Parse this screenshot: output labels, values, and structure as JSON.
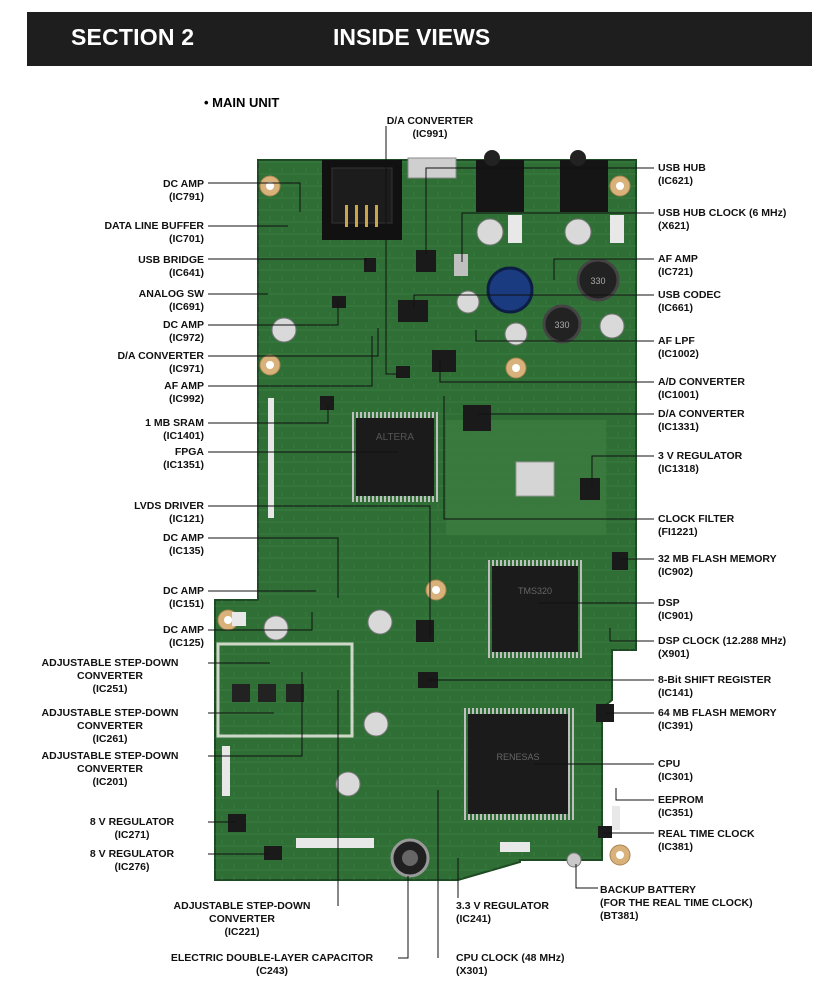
{
  "header": {
    "section": "SECTION 2",
    "title": "INSIDE VIEWS"
  },
  "subtitle": "• MAIN UNIT",
  "labels": {
    "dc_amp_791": [
      "DC AMP",
      "(IC791)"
    ],
    "data_line_buffer": [
      "DATA LINE BUFFER",
      "(IC701)"
    ],
    "usb_bridge": [
      "USB BRIDGE",
      "(IC641)"
    ],
    "analog_sw": [
      "ANALOG SW",
      "(IC691)"
    ],
    "dc_amp_972": [
      "DC AMP",
      "(IC972)"
    ],
    "da_conv_971": [
      "D/A CONVERTER",
      "(IC971)"
    ],
    "af_amp_992": [
      "AF AMP",
      "(IC992)"
    ],
    "sram": [
      "1 MB SRAM",
      "(IC1401)"
    ],
    "fpga": [
      "FPGA",
      "(IC1351)"
    ],
    "lvds": [
      "LVDS DRIVER",
      "(IC121)"
    ],
    "dc_amp_135": [
      "DC AMP",
      "(IC135)"
    ],
    "dc_amp_151": [
      "DC AMP",
      "(IC151)"
    ],
    "dc_amp_125": [
      "DC AMP",
      "(IC125)"
    ],
    "stepdown_251": [
      "ADJUSTABLE STEP-DOWN",
      "CONVERTER",
      "(IC251)"
    ],
    "stepdown_261": [
      "ADJUSTABLE STEP-DOWN",
      "CONVERTER",
      "(IC261)"
    ],
    "stepdown_201": [
      "ADJUSTABLE STEP-DOWN",
      "CONVERTER",
      "(IC201)"
    ],
    "reg_271": [
      "8 V REGULATOR",
      "(IC271)"
    ],
    "reg_276": [
      "8 V REGULATOR",
      "(IC276)"
    ],
    "stepdown_221": [
      "ADJUSTABLE STEP-DOWN",
      "CONVERTER",
      "(IC221)"
    ],
    "capacitor": [
      "ELECTRIC DOUBLE-LAYER CAPACITOR",
      "(C243)"
    ],
    "da_conv_991": [
      "D/A CONVERTER",
      "(IC991)"
    ],
    "usb_hub": [
      "USB HUB",
      "(IC621)"
    ],
    "usb_hub_clock": [
      "USB HUB CLOCK (6 MHz)",
      "(X621)"
    ],
    "af_amp_721": [
      "AF AMP",
      "(IC721)"
    ],
    "usb_codec": [
      "USB CODEC",
      "(IC661)"
    ],
    "af_lpf": [
      "AF LPF",
      "(IC1002)"
    ],
    "ad_conv": [
      "A/D CONVERTER",
      "(IC1001)"
    ],
    "da_conv_1331": [
      "D/A CONVERTER",
      "(IC1331)"
    ],
    "reg_1318": [
      "3 V REGULATOR",
      "(IC1318)"
    ],
    "clock_filter": [
      "CLOCK FILTER",
      "(FI1221)"
    ],
    "flash_32": [
      "32 MB FLASH MEMORY",
      "(IC902)"
    ],
    "dsp": [
      "DSP",
      "(IC901)"
    ],
    "dsp_clock": [
      "DSP CLOCK (12.288 MHz)",
      "(X901)"
    ],
    "shift_reg": [
      "8-Bit SHIFT REGISTER",
      "(IC141)"
    ],
    "flash_64": [
      "64 MB FLASH MEMORY",
      "(IC391)"
    ],
    "cpu": [
      "CPU",
      "(IC301)"
    ],
    "eeprom": [
      "EEPROM",
      "(IC351)"
    ],
    "rtc": [
      "REAL TIME CLOCK",
      "(IC381)"
    ],
    "battery": [
      "BACKUP BATTERY",
      "(FOR THE REAL TIME CLOCK)",
      "(BT381)"
    ],
    "reg_241": [
      "3.3 V REGULATOR",
      "(IC241)"
    ],
    "cpu_clock": [
      "CPU CLOCK (48 MHz)",
      "(X301)"
    ]
  },
  "chip_marks": {
    "cap_330_a": "330",
    "cap_330_b": "330",
    "fpga_mark": "ALTERA",
    "dsp_mark": "TMS320",
    "cpu_mark": "RENESAS"
  }
}
